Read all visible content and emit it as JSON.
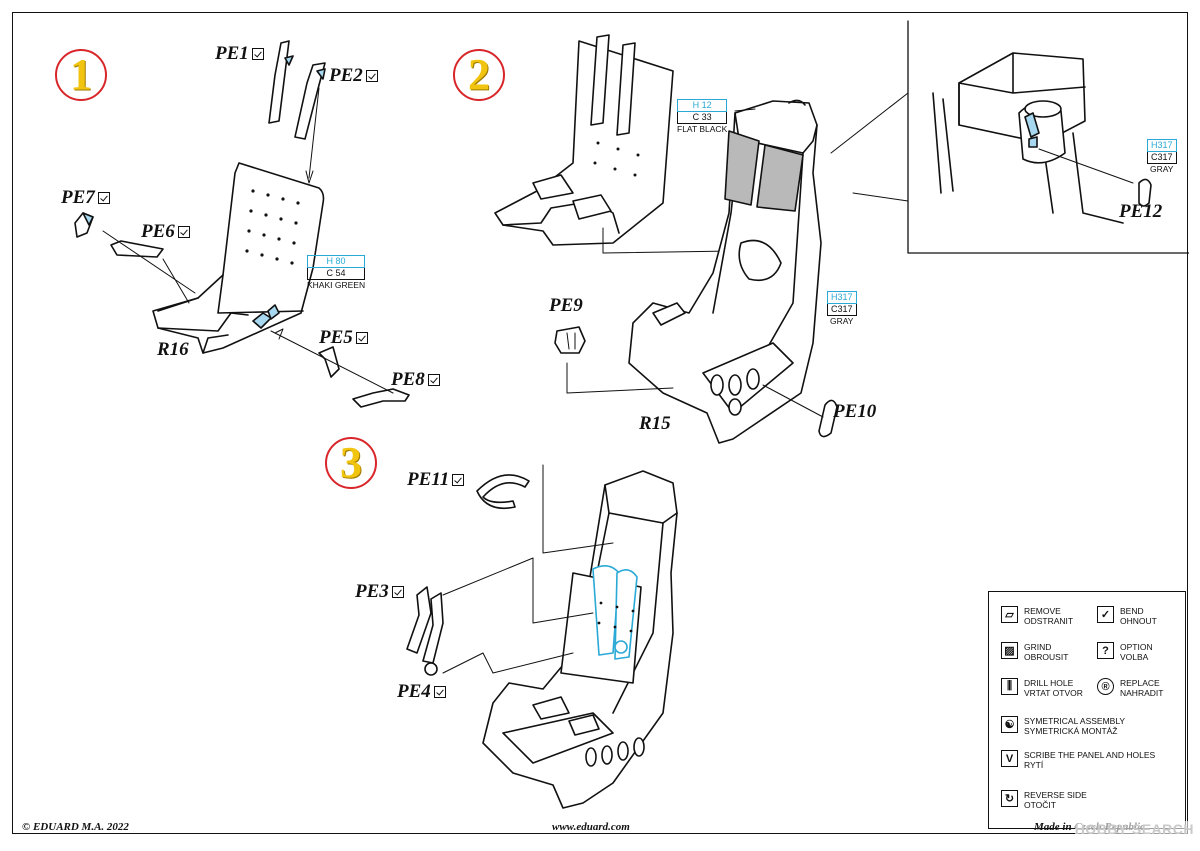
{
  "steps": [
    "1",
    "2",
    "3"
  ],
  "parts": {
    "pe1": "PE1",
    "pe2": "PE2",
    "pe3": "PE3",
    "pe4": "PE4",
    "pe5": "PE5",
    "pe6": "PE6",
    "pe7": "PE7",
    "pe8": "PE8",
    "pe9": "PE9",
    "pe10": "PE10",
    "pe11": "PE11",
    "pe12": "PE12",
    "r15": "R15",
    "r16": "R16"
  },
  "paints": {
    "khaki": {
      "h": "H 80",
      "c": "C 54",
      "name": "KHAKI GREEN"
    },
    "flat_black": {
      "h": "H 12",
      "c": "C 33",
      "name": "FLAT BLACK"
    },
    "gray_seat": {
      "h": "H317",
      "c": "C317",
      "name": "GRAY"
    },
    "gray_detail": {
      "h": "H317",
      "c": "C317",
      "name": "GRAY"
    }
  },
  "legend": {
    "remove": [
      "REMOVE",
      "ODSTRANIT"
    ],
    "bend": [
      "BEND",
      "OHNOUT"
    ],
    "grind": [
      "GRIND",
      "OBROUSIT"
    ],
    "option": [
      "OPTION",
      "VOLBA"
    ],
    "drill": [
      "DRILL HOLE",
      "VRTAT OTVOR"
    ],
    "replace": [
      "REPLACE",
      "NAHRADIT"
    ],
    "symmetrical": [
      "SYMETRICAL ASSEMBLY",
      "SYMETRICKÁ MONTÁŽ"
    ],
    "scribe": [
      "SCRIBE THE PANEL AND HOLES",
      "RYTÍ"
    ],
    "reverse": [
      "REVERSE SIDE",
      "OTOČIT"
    ]
  },
  "footer": {
    "copyright": "© EDUARD  M.A. 2022",
    "website": "www.eduard.com",
    "made_in": "Made in Czech Republic"
  },
  "watermark": "HOBBY SEARCH",
  "colors": {
    "step_ring": "#d8262a",
    "step_number": "#f1c40f",
    "paint_code": "#2aa9d6",
    "part_fill": "#a7d8ef"
  }
}
